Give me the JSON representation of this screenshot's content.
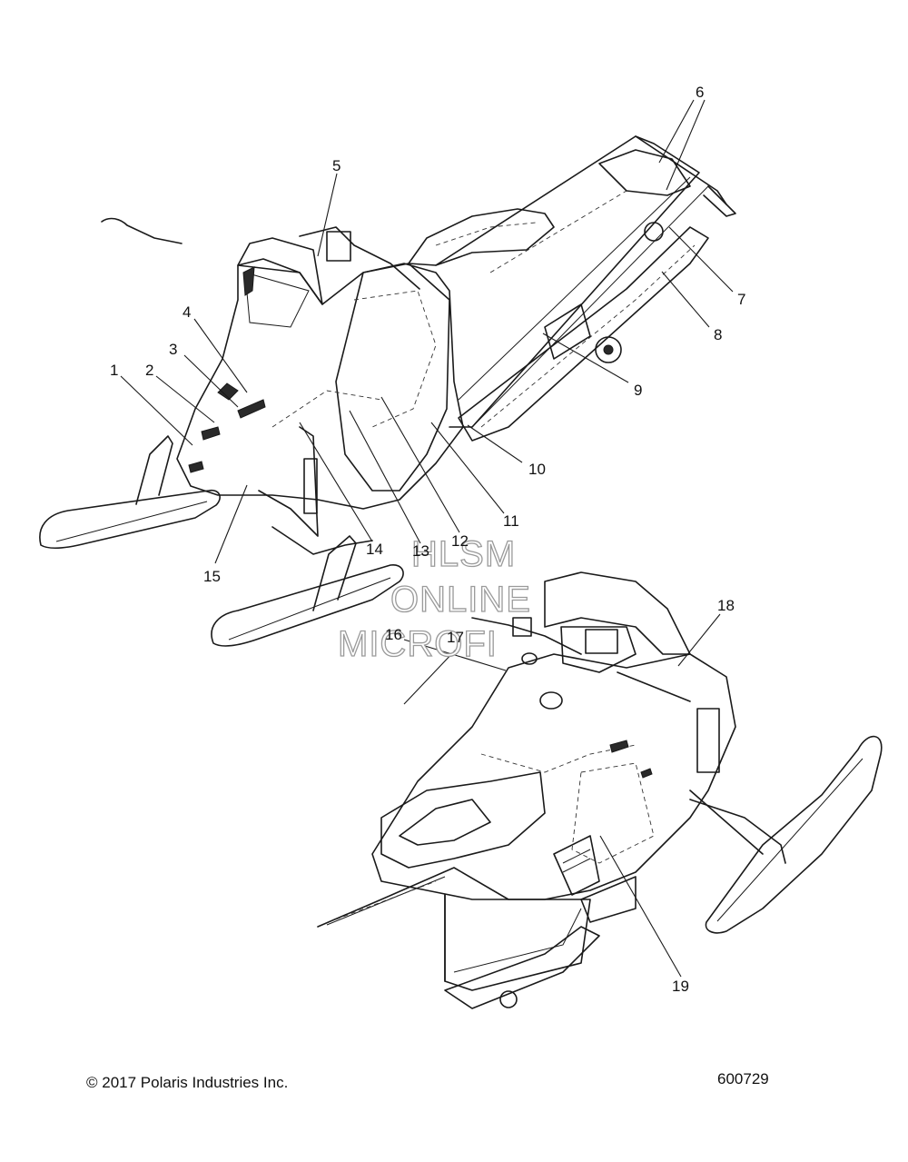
{
  "diagram": {
    "callouts": [
      {
        "num": "1",
        "id": 1
      },
      {
        "num": "2",
        "id": 2
      },
      {
        "num": "3",
        "id": 3
      },
      {
        "num": "4",
        "id": 4
      },
      {
        "num": "5",
        "id": 5
      },
      {
        "num": "6",
        "id": 6
      },
      {
        "num": "7",
        "id": 7
      },
      {
        "num": "8",
        "id": 8
      },
      {
        "num": "9",
        "id": 9
      },
      {
        "num": "10",
        "id": 10
      },
      {
        "num": "11",
        "id": 11
      },
      {
        "num": "12",
        "id": 12
      },
      {
        "num": "13",
        "id": 13
      },
      {
        "num": "14",
        "id": 14
      },
      {
        "num": "15",
        "id": 15
      },
      {
        "num": "16",
        "id": 16
      },
      {
        "num": "17",
        "id": 17
      },
      {
        "num": "18",
        "id": 18
      },
      {
        "num": "19",
        "id": 19
      }
    ]
  },
  "watermark": {
    "line1": "HLSM",
    "line2": "ONLINE",
    "line3": "MICROFI"
  },
  "footer": {
    "copyright": "© 2017 Polaris Industries Inc.",
    "figure_number": "600729"
  }
}
